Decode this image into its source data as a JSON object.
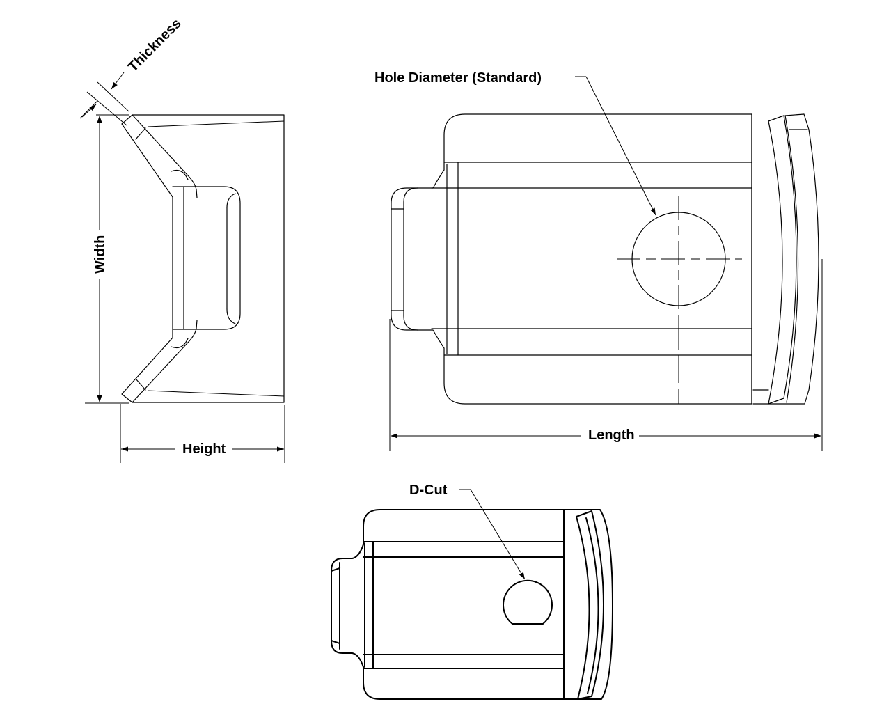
{
  "labels": {
    "thickness": "Thickness",
    "width": "Width",
    "height": "Height",
    "hole_diameter": "Hole Diameter (Standard)",
    "length": "Length",
    "d_cut": "D-Cut"
  },
  "colors": {
    "line": "#000000",
    "background": "#ffffff"
  }
}
